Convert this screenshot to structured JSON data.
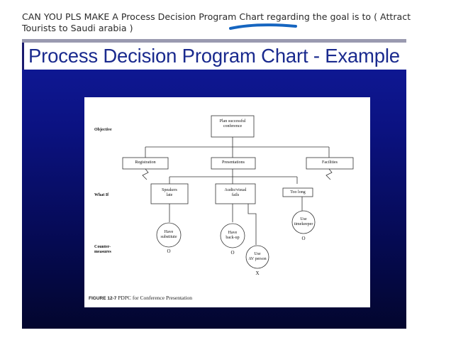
{
  "question": {
    "text": "CAN YOU PLS MAKE A Process Decision Program Chart regarding the goal is to ( Attract Tourists to Saudi arabia )",
    "mark_color": "#1565c0"
  },
  "slide": {
    "title": "Process Decision Program Chart - Example",
    "title_color": "#1a2a8e",
    "background_color": "#0b1281"
  },
  "figure": {
    "row_labels": {
      "objective": "Objective",
      "what_if": "What If",
      "countermeasures_line1": "Counter-",
      "countermeasures_line2": "measures"
    },
    "objective_box": {
      "line1": "Plan successful",
      "line2": "conference"
    },
    "level1": [
      {
        "label": "Registration"
      },
      {
        "label": "Presentations"
      },
      {
        "label": "Facilities"
      }
    ],
    "what_if": [
      {
        "line1": "Speakers",
        "line2": "late"
      },
      {
        "line1": "Audio/visual",
        "line2": "fails"
      },
      {
        "line1": "Too long",
        "line2": ""
      }
    ],
    "countermeasures": [
      {
        "line1": "Have",
        "line2": "substitute",
        "mark": "O"
      },
      {
        "line1": "Have",
        "line2": "back-up",
        "mark": "O"
      },
      {
        "line1": "Use",
        "line2": "AV person",
        "mark": "X"
      },
      {
        "line1": "Use",
        "line2": "timekeeper",
        "mark": "O"
      }
    ],
    "caption_number": "FIGURE 12-7",
    "caption_text": "PDPC for Conference Presentation"
  }
}
